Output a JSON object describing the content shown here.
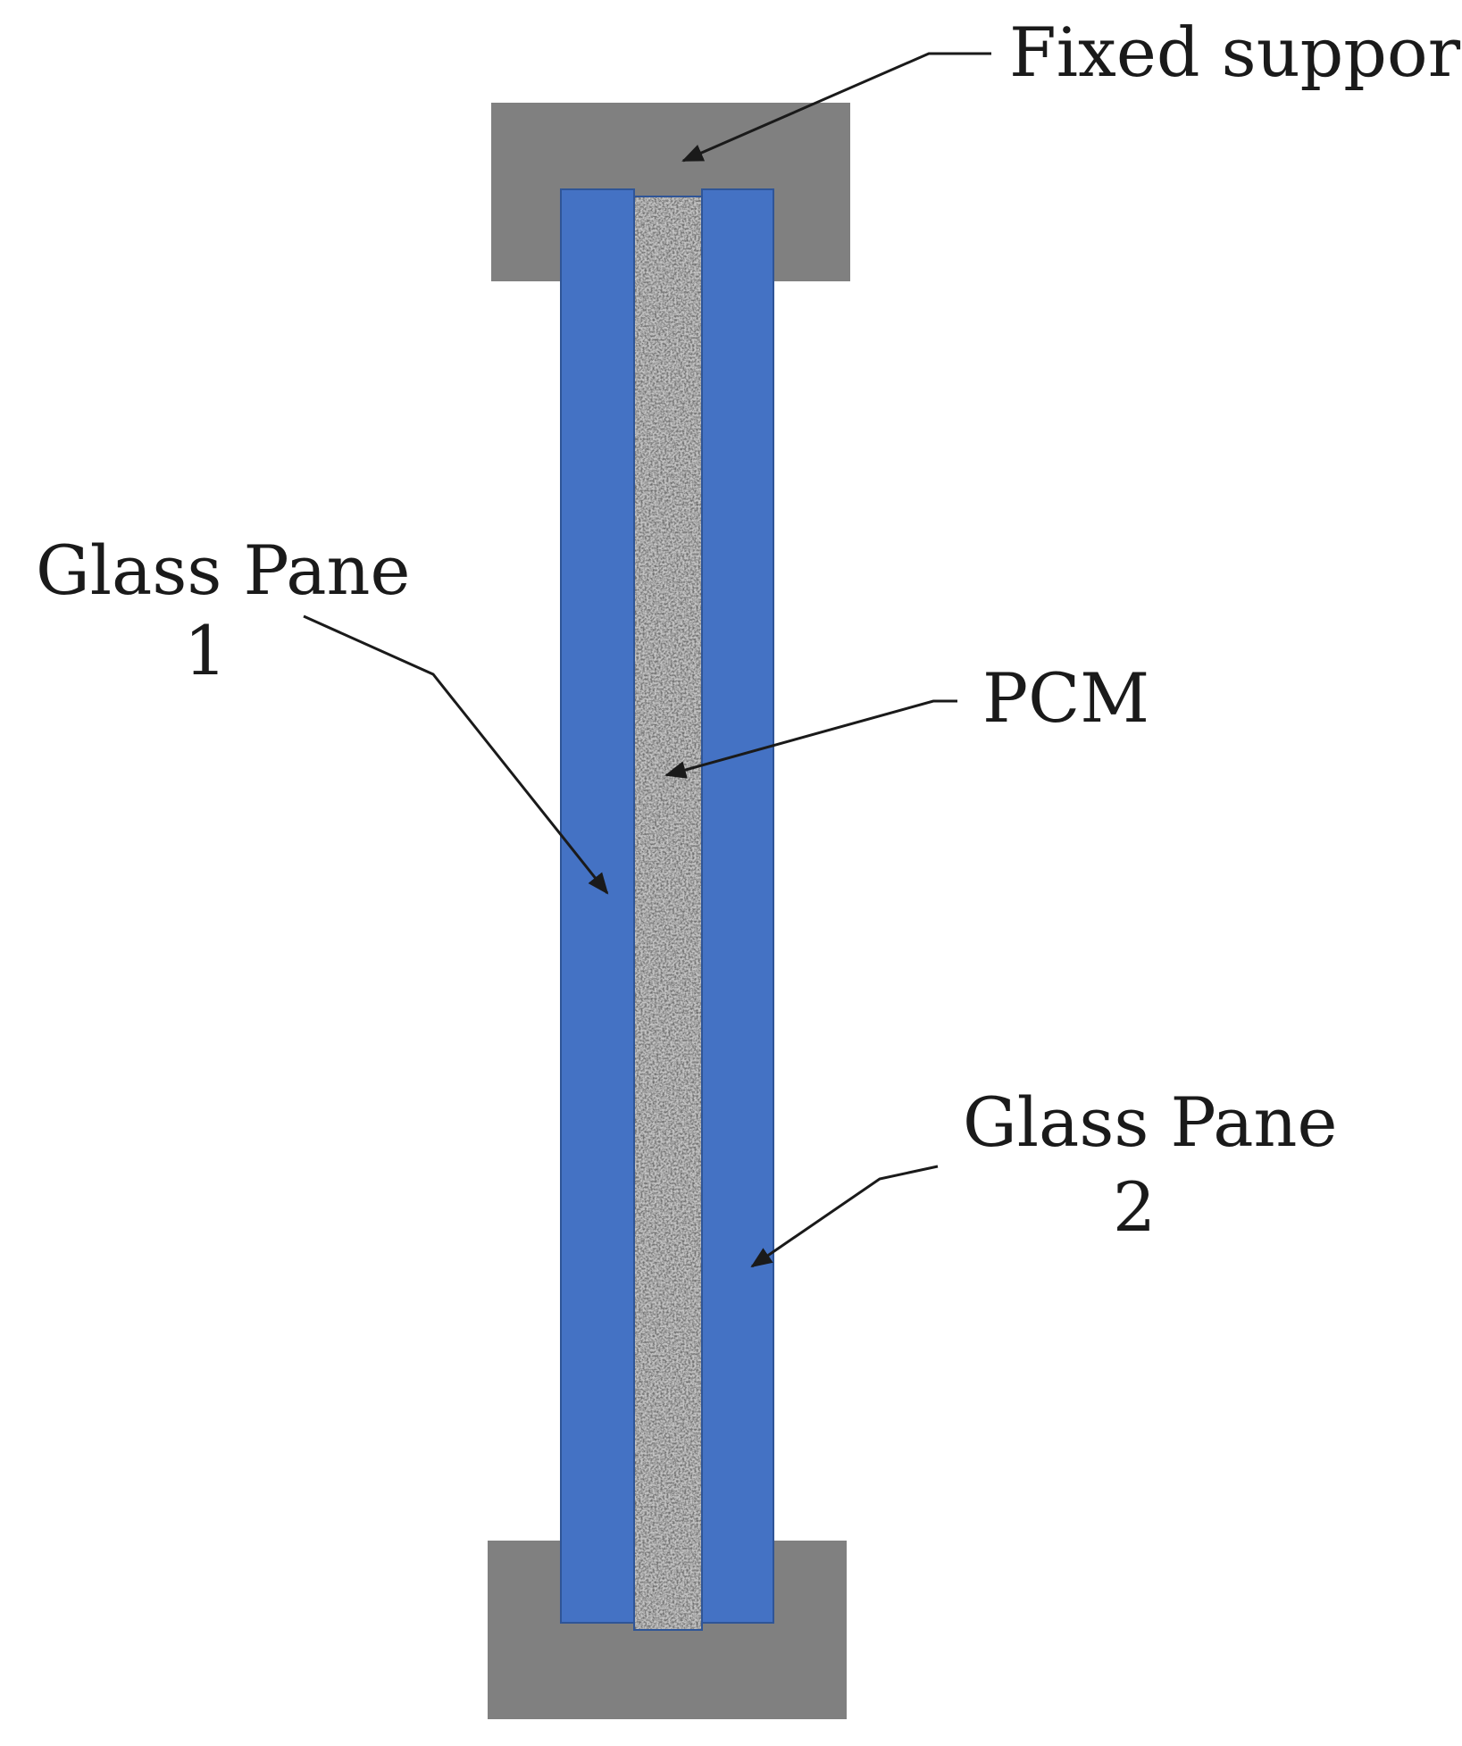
{
  "labels": {
    "fixed_support": "Fixed support",
    "glass_pane_1": {
      "line1": "Glass Pane",
      "line2": "1"
    },
    "pcm": "PCM",
    "glass_pane_2": {
      "line1": "Glass Pane",
      "line2": "2"
    }
  },
  "colors": {
    "support": "#808080",
    "glass": "#4472C4",
    "glass_edge": "#2F5597",
    "pcm_base": "#c4c4c4",
    "arrow": "#1a1a1a"
  }
}
